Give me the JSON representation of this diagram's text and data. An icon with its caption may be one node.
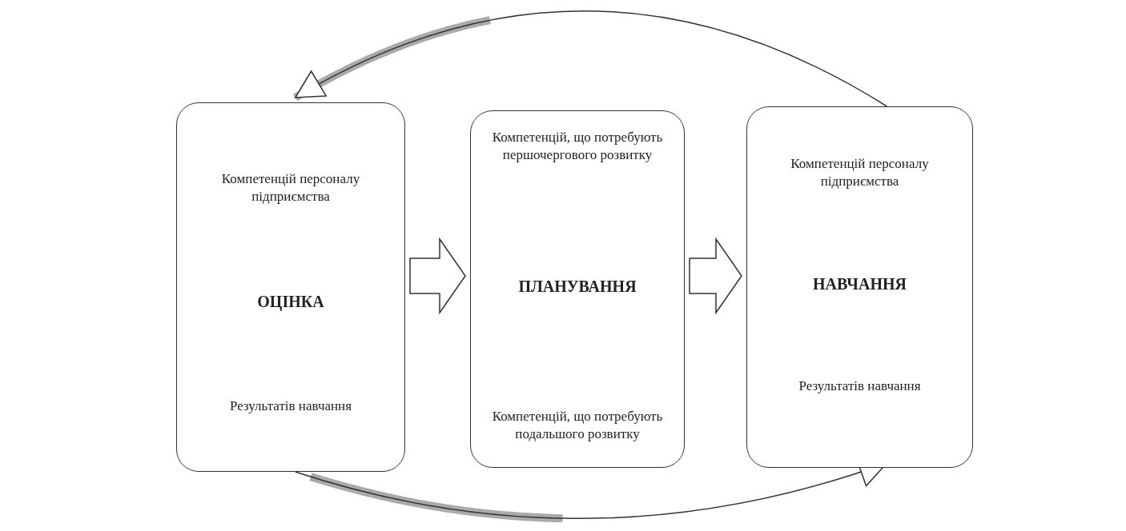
{
  "diagram": {
    "nodes": [
      {
        "text": [
          "Компетенцій персоналу підприємства",
          "ОЦІНКА",
          "Результатів навчання"
        ]
      },
      {
        "text": [
          "Компетенцій, що потребують першочергового розвитку",
          "ПЛАНУВАННЯ",
          "Компетенцій, що потребують подальшого розвитку"
        ]
      },
      {
        "text": [
          "Компетенцій персоналу підприємства",
          "НАВЧАННЯ",
          "Результатів навчання"
        ]
      }
    ],
    "edges": [
      {
        "from": 0,
        "to": 1,
        "arrow": "to"
      },
      {
        "from": 1,
        "to": 2,
        "arrow": "to"
      },
      {
        "from": 2,
        "to": 0,
        "arrow": "to"
      },
      {
        "from": 0,
        "to": 2,
        "arrow": "to"
      }
    ]
  }
}
